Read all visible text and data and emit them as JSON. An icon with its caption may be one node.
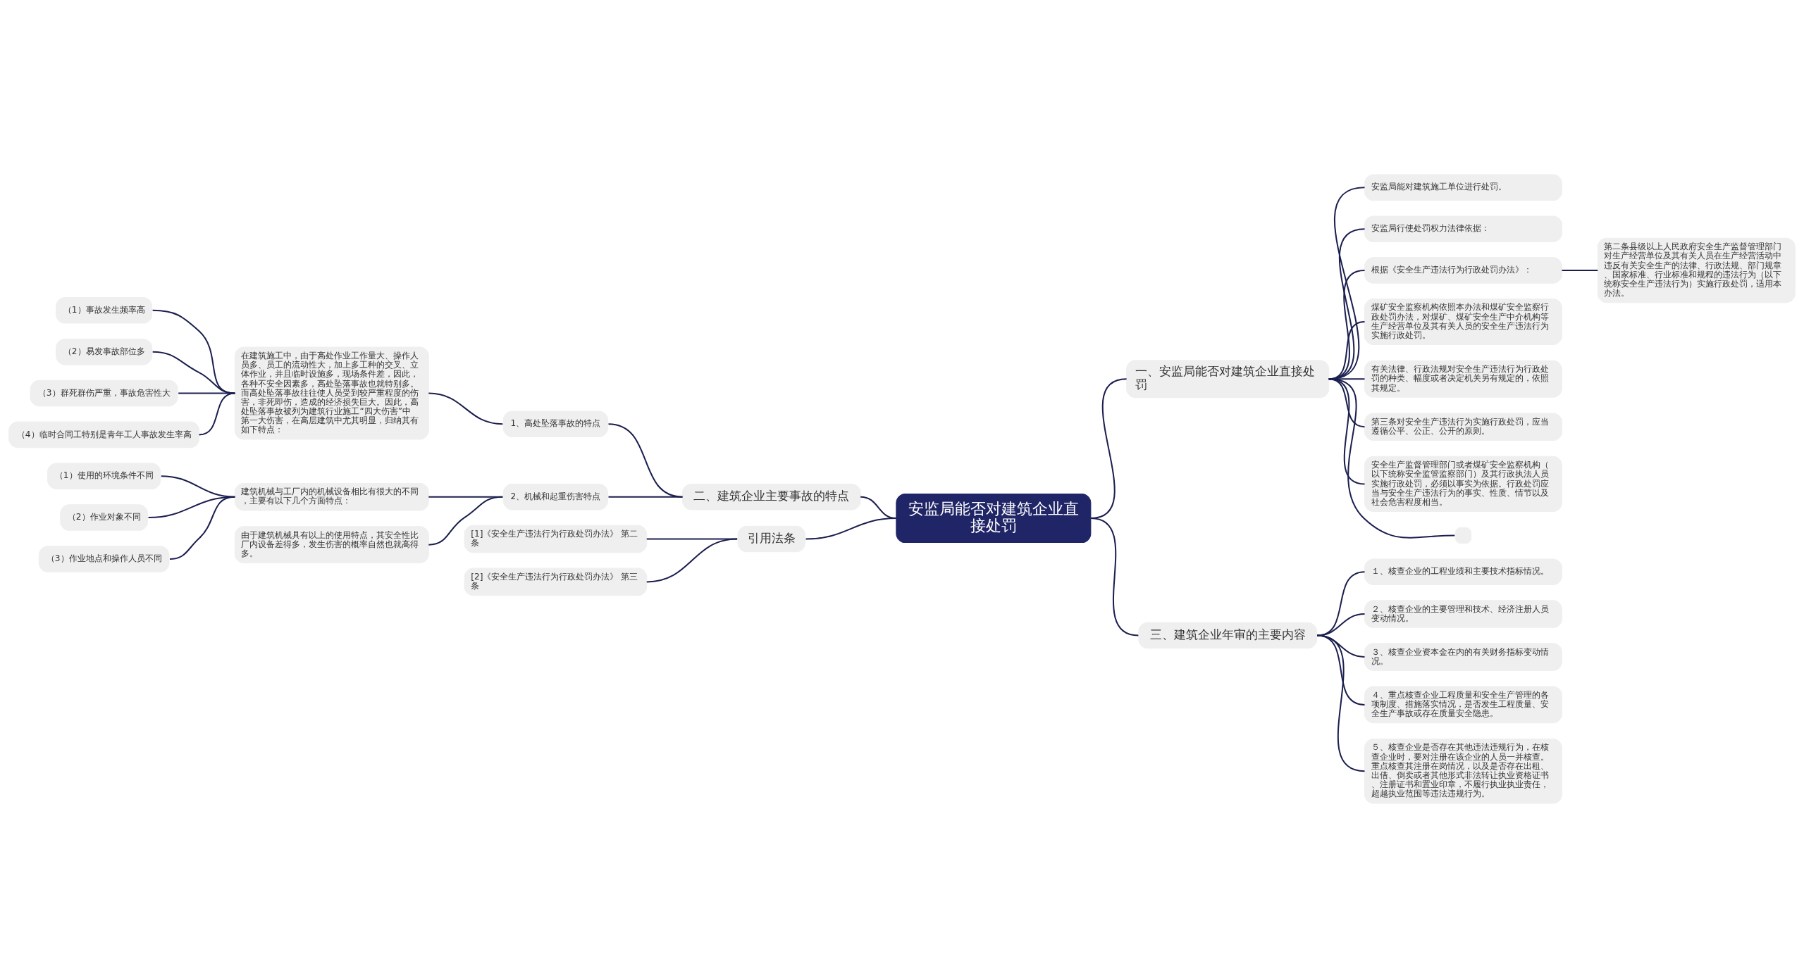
{
  "diagram": {
    "nodes": [
      {
        "text": [
          "安监局能否对建筑企业直接处罚"
        ]
      },
      {
        "text": [
          "一、安监局能否对建筑企业直接处罚"
        ]
      },
      {
        "text": [
          "安监局能对建筑施工单位进行处罚。"
        ]
      },
      {
        "text": [
          "安监局行使处罚权力法律依据："
        ]
      },
      {
        "text": [
          "根据《安全生产违法行为行政处罚办法》："
        ]
      },
      {
        "text": [
          "第二条县级以上人民政府安全生产监督管理部门对生产经营单位及其有关人员在生产经营活动中违反有关安全生产的法律、行政法规、部门规章、国家标准、行业标准和规程的违法行为（以下统称安全生产违法行为）实施行政处罚，适用本办法。"
        ]
      },
      {
        "text": [
          "煤矿安全监察机构依照本办法和煤矿安全监察行政处罚办法，对煤矿、煤矿安全生产中介机构等生产经营单位及其有关人员的安全生产违法行为实施行政处罚。"
        ]
      },
      {
        "text": [
          "有关法律、行政法规对安全生产违法行为行政处罚的种类、幅度或者决定机关另有规定的，依照其规定。"
        ]
      },
      {
        "text": [
          "第三条对安全生产违法行为实施行政处罚，应当遵循公平、公正、公开的原则。"
        ]
      },
      {
        "text": [
          "安全生产监督管理部门或者煤矿安全监察机构（以下统称安全监管监察部门）及其行政执法人员实施行政处罚，必须以事实为依据。行政处罚应当与安全生产违法行为的事实、性质、情节以及社会危害程度相当。"
        ]
      },
      {
        "text": [],
        "shape": "box"
      },
      {
        "text": [
          "二、建筑企业主要事故的特点"
        ]
      },
      {
        "text": [
          "1、高处坠落事故的特点"
        ]
      },
      {
        "text": [
          "在建筑施工中，由于高处作业工作量大、操作人员多、员工的流动性大，加上多工种的交叉、立体作业，并且临时设施多，现场条件差，因此，各种不安全因素多，高处坠落事故也就特别多。而高处坠落事故往往使人员受到较严重程度的伤害，非死即伤，造成的经济损失巨大。因此，高处坠落事故被列为建筑行业施工“四大伤害”中第一大伤害，在高层建筑中尤其明显，归纳其有如下特点："
        ]
      },
      {
        "text": [
          "（1）事故发生频率高"
        ]
      },
      {
        "text": [
          "（2）易发事故部位多"
        ]
      },
      {
        "text": [
          "（3）群死群伤严重，事故危害性大"
        ]
      },
      {
        "text": [
          "（4）临时合同工特别是青年工人事故发生率高"
        ]
      },
      {
        "text": [
          "2、机械和起重伤害特点"
        ]
      },
      {
        "text": [
          "建筑机械与工厂内的机械设备相比有很大的不同，主要有以下几个方面特点："
        ]
      },
      {
        "text": [
          "（1）使用的环境条件不同"
        ]
      },
      {
        "text": [
          "（2）作业对象不同"
        ]
      },
      {
        "text": [
          "（3）作业地点和操作人员不同"
        ]
      },
      {
        "text": [
          "由于建筑机械具有以上的使用特点，其安全性比厂内设备差得多，发生伤害的概率自然也就高得多。"
        ]
      },
      {
        "text": [
          "三、建筑企业年审的主要内容"
        ]
      },
      {
        "text": [
          "１、核查企业的工程业绩和主要技术指标情况。"
        ]
      },
      {
        "text": [
          "２、核查企业的主要管理和技术、经济注册人员变动情况。"
        ]
      },
      {
        "text": [
          "３、核查企业资本金在内的有关财务指标变动情况。"
        ]
      },
      {
        "text": [
          "４、重点核查企业工程质量和安全生产管理的各项制度、措施落实情况，是否发生工程质量、安全生产事故或存在质量安全隐患。"
        ]
      },
      {
        "text": [
          "５、核查企业是否存在其他违法违规行为，在核查企业时，要对注册在该企业的人员一并核查。重点核查其注册在岗情况，以及是否存在出租、出借、倒卖或者其他形式非法转让执业资格证书、注册证书和置业印章，不履行执业执业责任，超越执业范围等违法违规行为。"
        ]
      },
      {
        "text": [
          "引用法条"
        ]
      },
      {
        "text": [
          "[1]《安全生产违法行为行政处罚办法》 第二条"
        ]
      },
      {
        "text": [
          "[2]《安全生产违法行为行政处罚办法》 第三条"
        ]
      }
    ],
    "edges": [
      {
        "from": 0,
        "to": 1,
        "arrow": "none"
      },
      {
        "from": 1,
        "to": 2,
        "arrow": "none"
      },
      {
        "from": 1,
        "to": 3,
        "arrow": "none"
      },
      {
        "from": 1,
        "to": 4,
        "arrow": "none"
      },
      {
        "from": 4,
        "to": 5,
        "arrow": "none"
      },
      {
        "from": 1,
        "to": 6,
        "arrow": "none"
      },
      {
        "from": 1,
        "to": 7,
        "arrow": "none"
      },
      {
        "from": 1,
        "to": 8,
        "arrow": "none"
      },
      {
        "from": 1,
        "to": 9,
        "arrow": "none"
      },
      {
        "from": 1,
        "to": 10,
        "arrow": "none"
      },
      {
        "from": 0,
        "to": 11,
        "arrow": "none"
      },
      {
        "from": 11,
        "to": 12,
        "arrow": "none"
      },
      {
        "from": 12,
        "to": 13,
        "arrow": "none"
      },
      {
        "from": 13,
        "to": 14,
        "arrow": "none"
      },
      {
        "from": 13,
        "to": 15,
        "arrow": "none"
      },
      {
        "from": 13,
        "to": 16,
        "arrow": "none"
      },
      {
        "from": 13,
        "to": 17,
        "arrow": "none"
      },
      {
        "from": 11,
        "to": 18,
        "arrow": "none"
      },
      {
        "from": 18,
        "to": 19,
        "arrow": "none"
      },
      {
        "from": 19,
        "to": 20,
        "arrow": "none"
      },
      {
        "from": 19,
        "to": 21,
        "arrow": "none"
      },
      {
        "from": 19,
        "to": 22,
        "arrow": "none"
      },
      {
        "from": 18,
        "to": 23,
        "arrow": "none"
      },
      {
        "from": 0,
        "to": 24,
        "arrow": "none"
      },
      {
        "from": 24,
        "to": 25,
        "arrow": "none"
      },
      {
        "from": 24,
        "to": 26,
        "arrow": "none"
      },
      {
        "from": 24,
        "to": 27,
        "arrow": "none"
      },
      {
        "from": 24,
        "to": 28,
        "arrow": "none"
      },
      {
        "from": 24,
        "to": 29,
        "arrow": "none"
      },
      {
        "from": 0,
        "to": 30,
        "arrow": "none"
      },
      {
        "from": 30,
        "to": 31,
        "arrow": "none"
      },
      {
        "from": 30,
        "to": 32,
        "arrow": "none"
      }
    ]
  }
}
